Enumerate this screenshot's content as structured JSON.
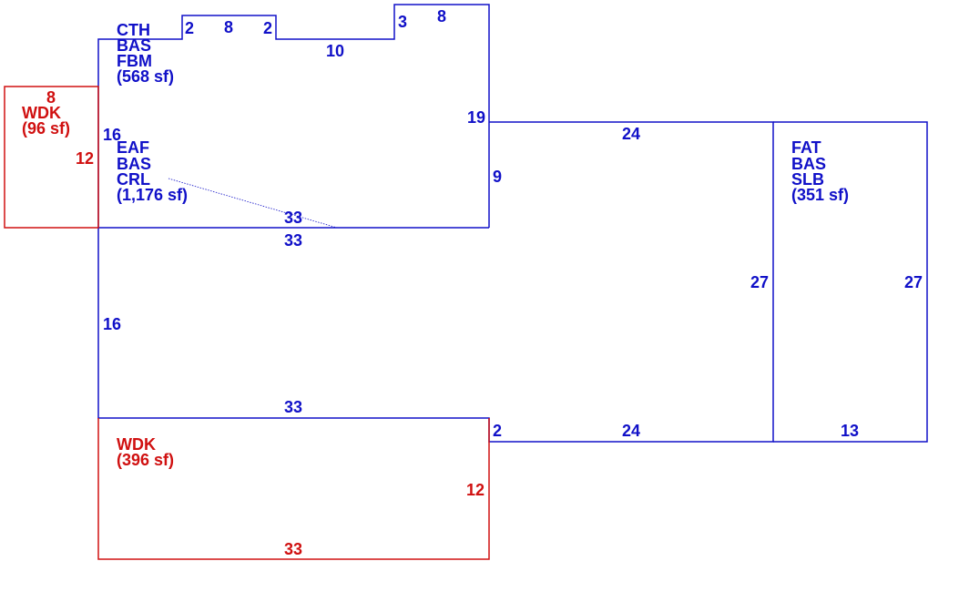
{
  "colors": {
    "blue": "#1010c8",
    "red": "#d01010",
    "background": "#ffffff"
  },
  "areas": {
    "main": {
      "codes": [
        "CTH",
        "BAS",
        "FBM"
      ],
      "size": "(568 sf)"
    },
    "wdk_small": {
      "codes": [
        "WDK"
      ],
      "size": "(96 sf)"
    },
    "eaf": {
      "codes": [
        "EAF",
        "BAS",
        "CRL"
      ],
      "size": "(1,176 sf)"
    },
    "fat": {
      "codes": [
        "FAT",
        "BAS",
        "SLB"
      ],
      "size": "(351 sf)"
    },
    "wdk_large": {
      "codes": [
        "WDK"
      ],
      "size": "(396 sf)"
    }
  },
  "dimensions": {
    "top_left_notch_left": "2",
    "top_left_notch_top": "8",
    "top_left_notch_right": "2",
    "top_mid_run": "10",
    "top_right_step": "3",
    "top_right_run": "8",
    "main_right_side": "19",
    "main_left_side": "16",
    "main_bottom": "33",
    "eaf_top": "33",
    "eaf_left": "16",
    "eaf_bottom": "33",
    "eaf_step": "9",
    "eaf_right_top": "24",
    "eaf_right_side": "27",
    "eaf_step_bottom": "2",
    "eaf_right_bottom": "24",
    "fat_right": "27",
    "fat_bottom": "13",
    "wdk_small_top": "8",
    "wdk_small_right": "12",
    "wdk_large_right": "12",
    "wdk_large_bottom": "33"
  }
}
